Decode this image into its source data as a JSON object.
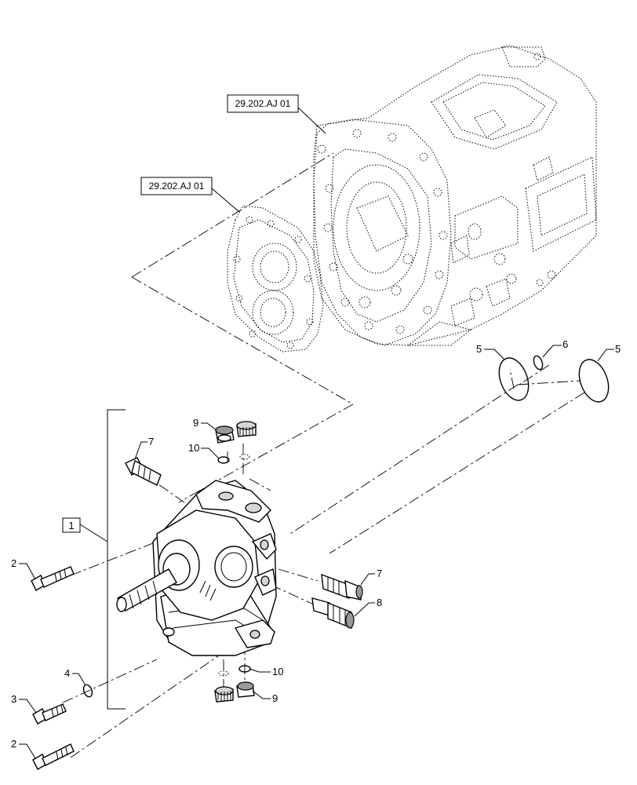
{
  "diagram": {
    "references": [
      {
        "id": "ref-1",
        "text": "29.202.AJ 01"
      },
      {
        "id": "ref-2",
        "text": "29.202.AJ 01"
      }
    ],
    "callouts": {
      "c1": "1",
      "c2a": "2",
      "c2b": "2",
      "c3": "3",
      "c4": "4",
      "c5a": "5",
      "c5b": "5",
      "c6": "6",
      "c7a": "7",
      "c7b": "7",
      "c8": "8",
      "c9a": "9",
      "c9b": "9",
      "c10a": "10",
      "c10b": "10"
    }
  }
}
